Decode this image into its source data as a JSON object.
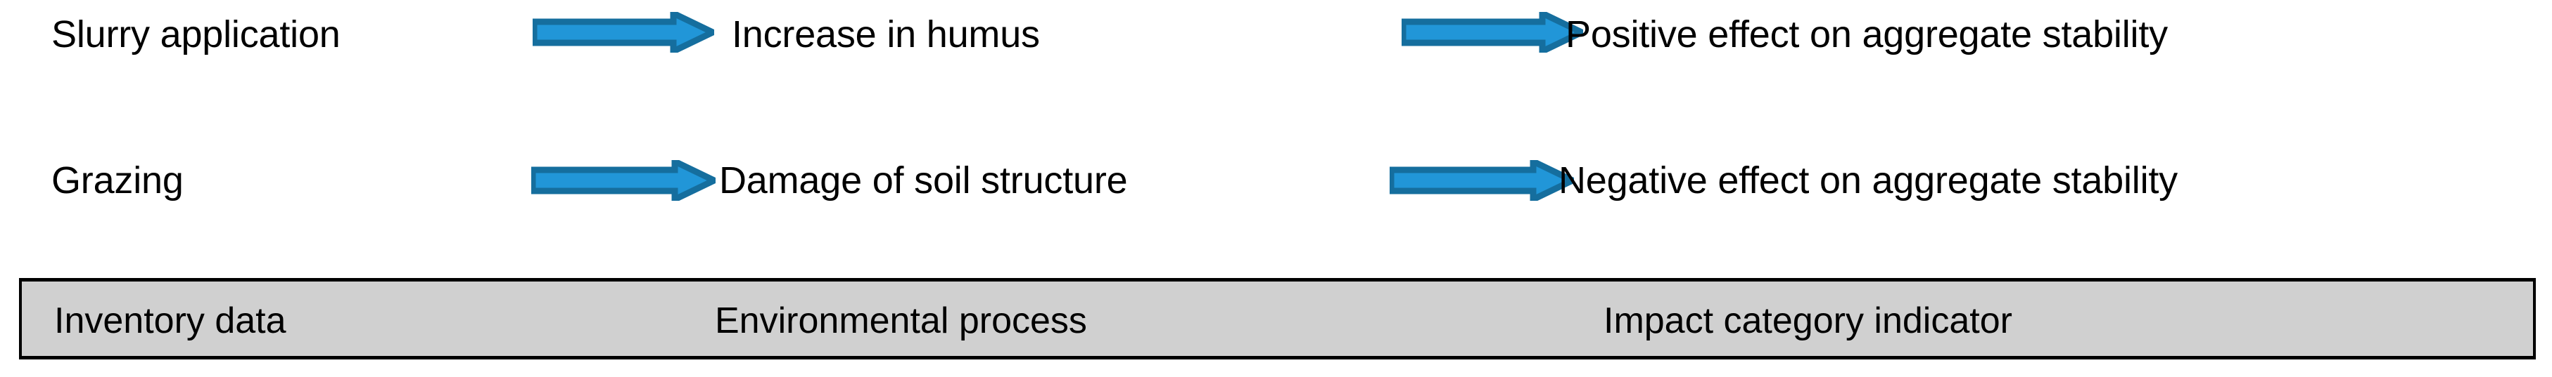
{
  "diagram": {
    "title": "",
    "colors": {
      "arrow_fill": "#2196d8",
      "arrow_stroke": "#156e9e",
      "legend_bar_fill": "#d0d0d0",
      "legend_bar_border": "#000000",
      "text": "#000000",
      "background": "#ffffff"
    },
    "rows": [
      {
        "id": "row-slurry",
        "inventory_data": "Slurry application",
        "arrow_1": "right-arrow-icon",
        "environmental_process": "Increase in humus",
        "arrow_2": "right-arrow-icon",
        "impact_category_indicator": "Positive effect on aggregate stability"
      },
      {
        "id": "row-grazing",
        "inventory_data": "Grazing",
        "arrow_1": "right-arrow-icon",
        "environmental_process": "Damage of soil structure",
        "arrow_2": "right-arrow-icon",
        "impact_category_indicator": "Negative effect on aggregate stability"
      }
    ],
    "legend": {
      "columns": [
        "Inventory data",
        "Environmental process",
        "Impact category indicator"
      ]
    }
  }
}
